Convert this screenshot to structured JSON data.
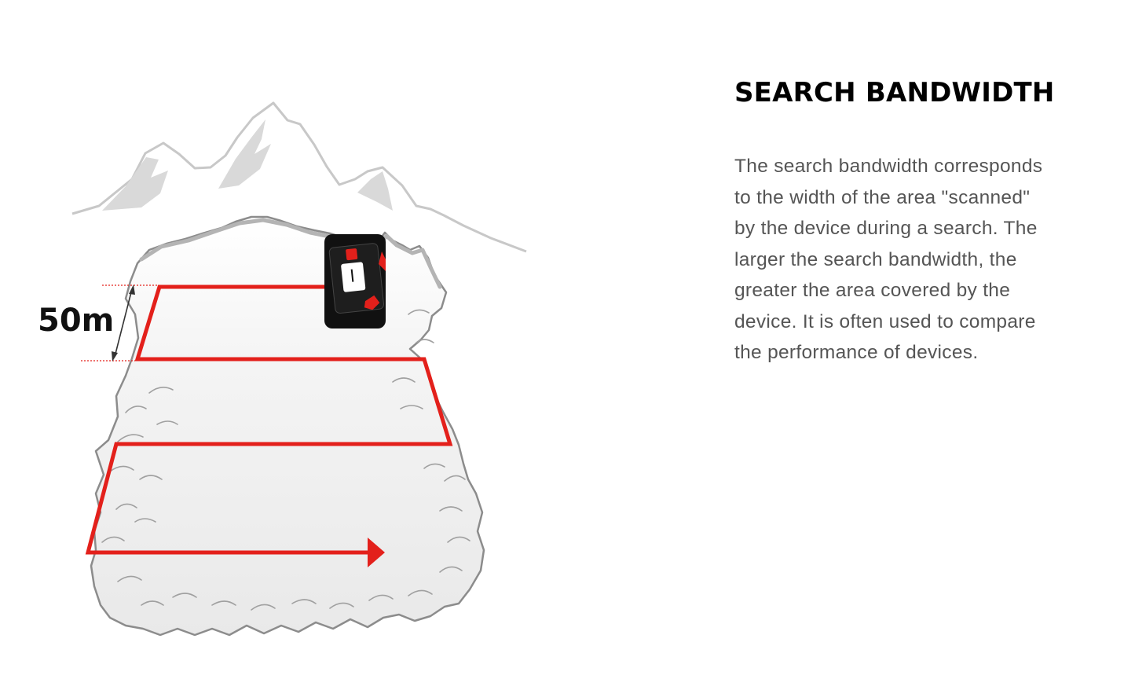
{
  "section": {
    "title": "SEARCH BANDWIDTH",
    "description_lines": [
      "The search bandwidth corresponds",
      "to the width of the area \"scanned\"",
      "by the device during a search. The",
      "larger the search bandwidth, the",
      "greater the area covered by the",
      "device. It is often used to compare",
      "the performance of devices."
    ]
  },
  "diagram": {
    "bandwidth_label": "50m",
    "colors": {
      "search_path": "#e3201b",
      "mountain_outline": "#c8c8c8",
      "mountain_shade": "#d9d9d9",
      "avalanche_outline": "#8c8c8c",
      "device_body": "#111111"
    }
  }
}
